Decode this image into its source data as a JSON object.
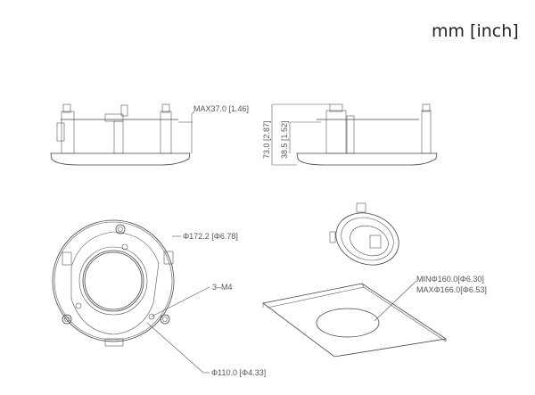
{
  "units_label": "mm [inch]",
  "side_view_left": {
    "max_height_label": "MAX37.0 [1.46]"
  },
  "side_view_right": {
    "total_height_label": "73.0 [2.87]",
    "partial_height_label": "38.5 [1.52]"
  },
  "bottom_view": {
    "outer_diameter_label": "Φ172.2 [Φ6.78]",
    "screw_label": "3–M4",
    "inner_diameter_label": "Φ110.0 [Φ4.33]"
  },
  "cutout": {
    "min_label": "MINΦ160.0[Φ6.30]",
    "max_label": "MAXΦ166.0[Φ6.53]"
  }
}
